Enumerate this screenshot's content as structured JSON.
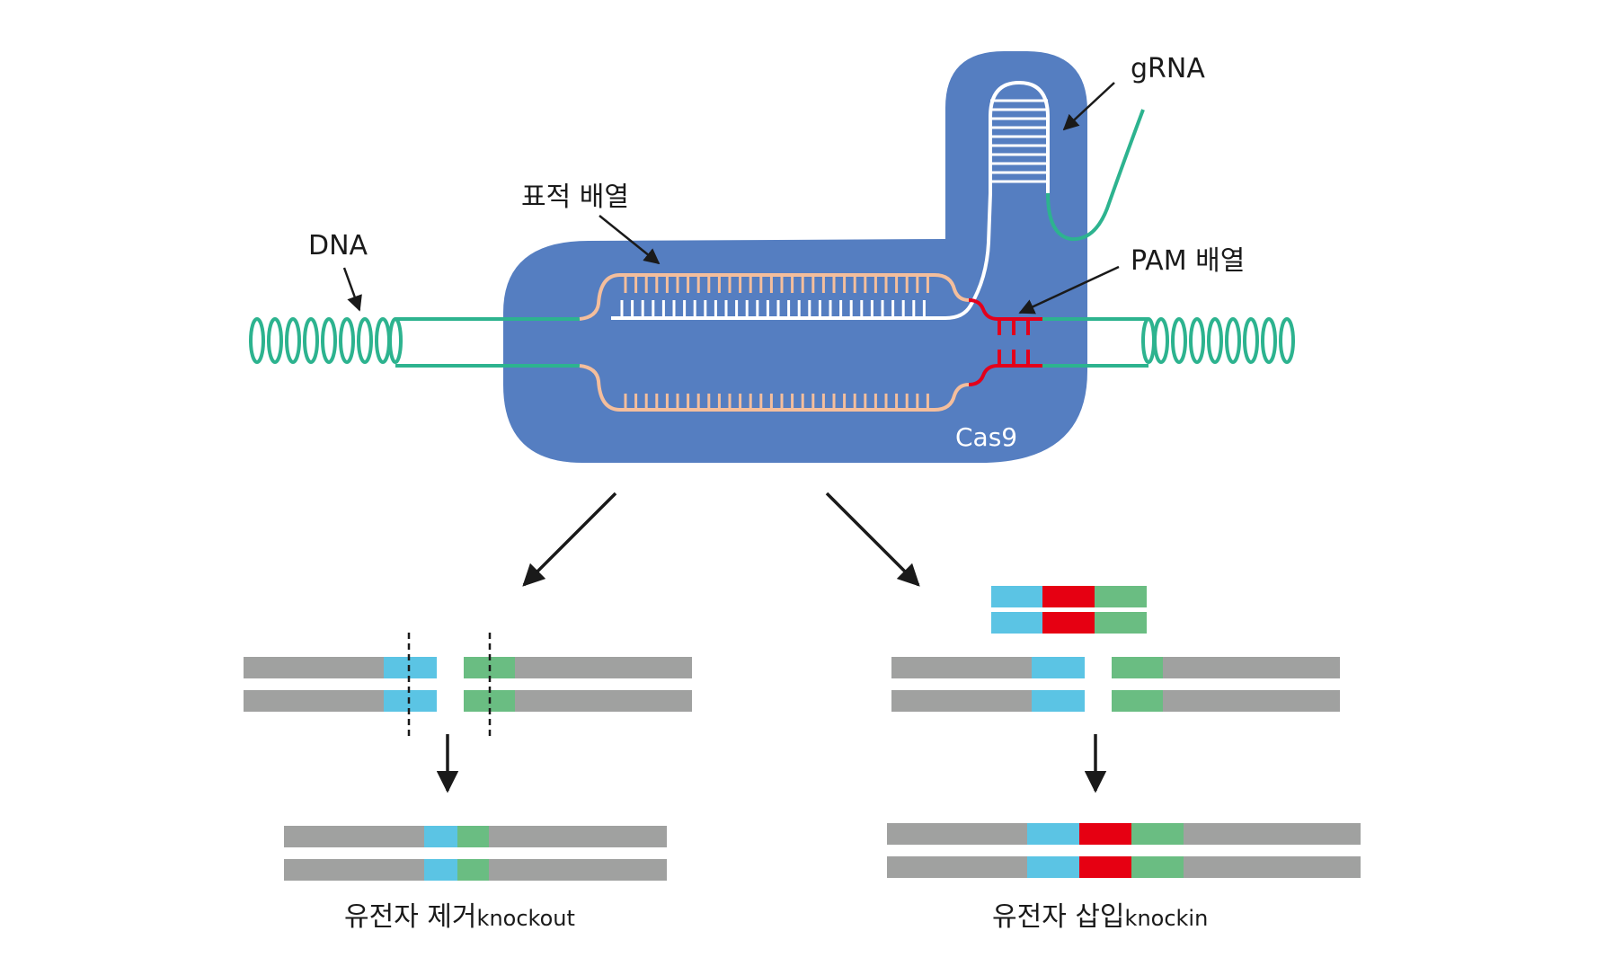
{
  "labels": {
    "dna": "DNA",
    "target_sequence": "표적 배열",
    "grna": "gRNA",
    "pam_sequence": "PAM 배열",
    "cas9": "Cas9",
    "knockout_main": "유전자 제거",
    "knockout_suffix": "knockout",
    "knockin_main": "유전자 삽입",
    "knockin_suffix": "knockin"
  },
  "colors": {
    "cas9_body": "#557ec1",
    "dna_strand": "#2db38f",
    "target_strand": "#f4be9c",
    "grna_strand": "#ffffff",
    "pam_strand": "#e3001b",
    "gene_bar": "#a0a1a0",
    "segment_blue": "#5bc4e4",
    "segment_red": "#e60012",
    "segment_green": "#6abd82",
    "arrow": "#1a1a1a"
  }
}
